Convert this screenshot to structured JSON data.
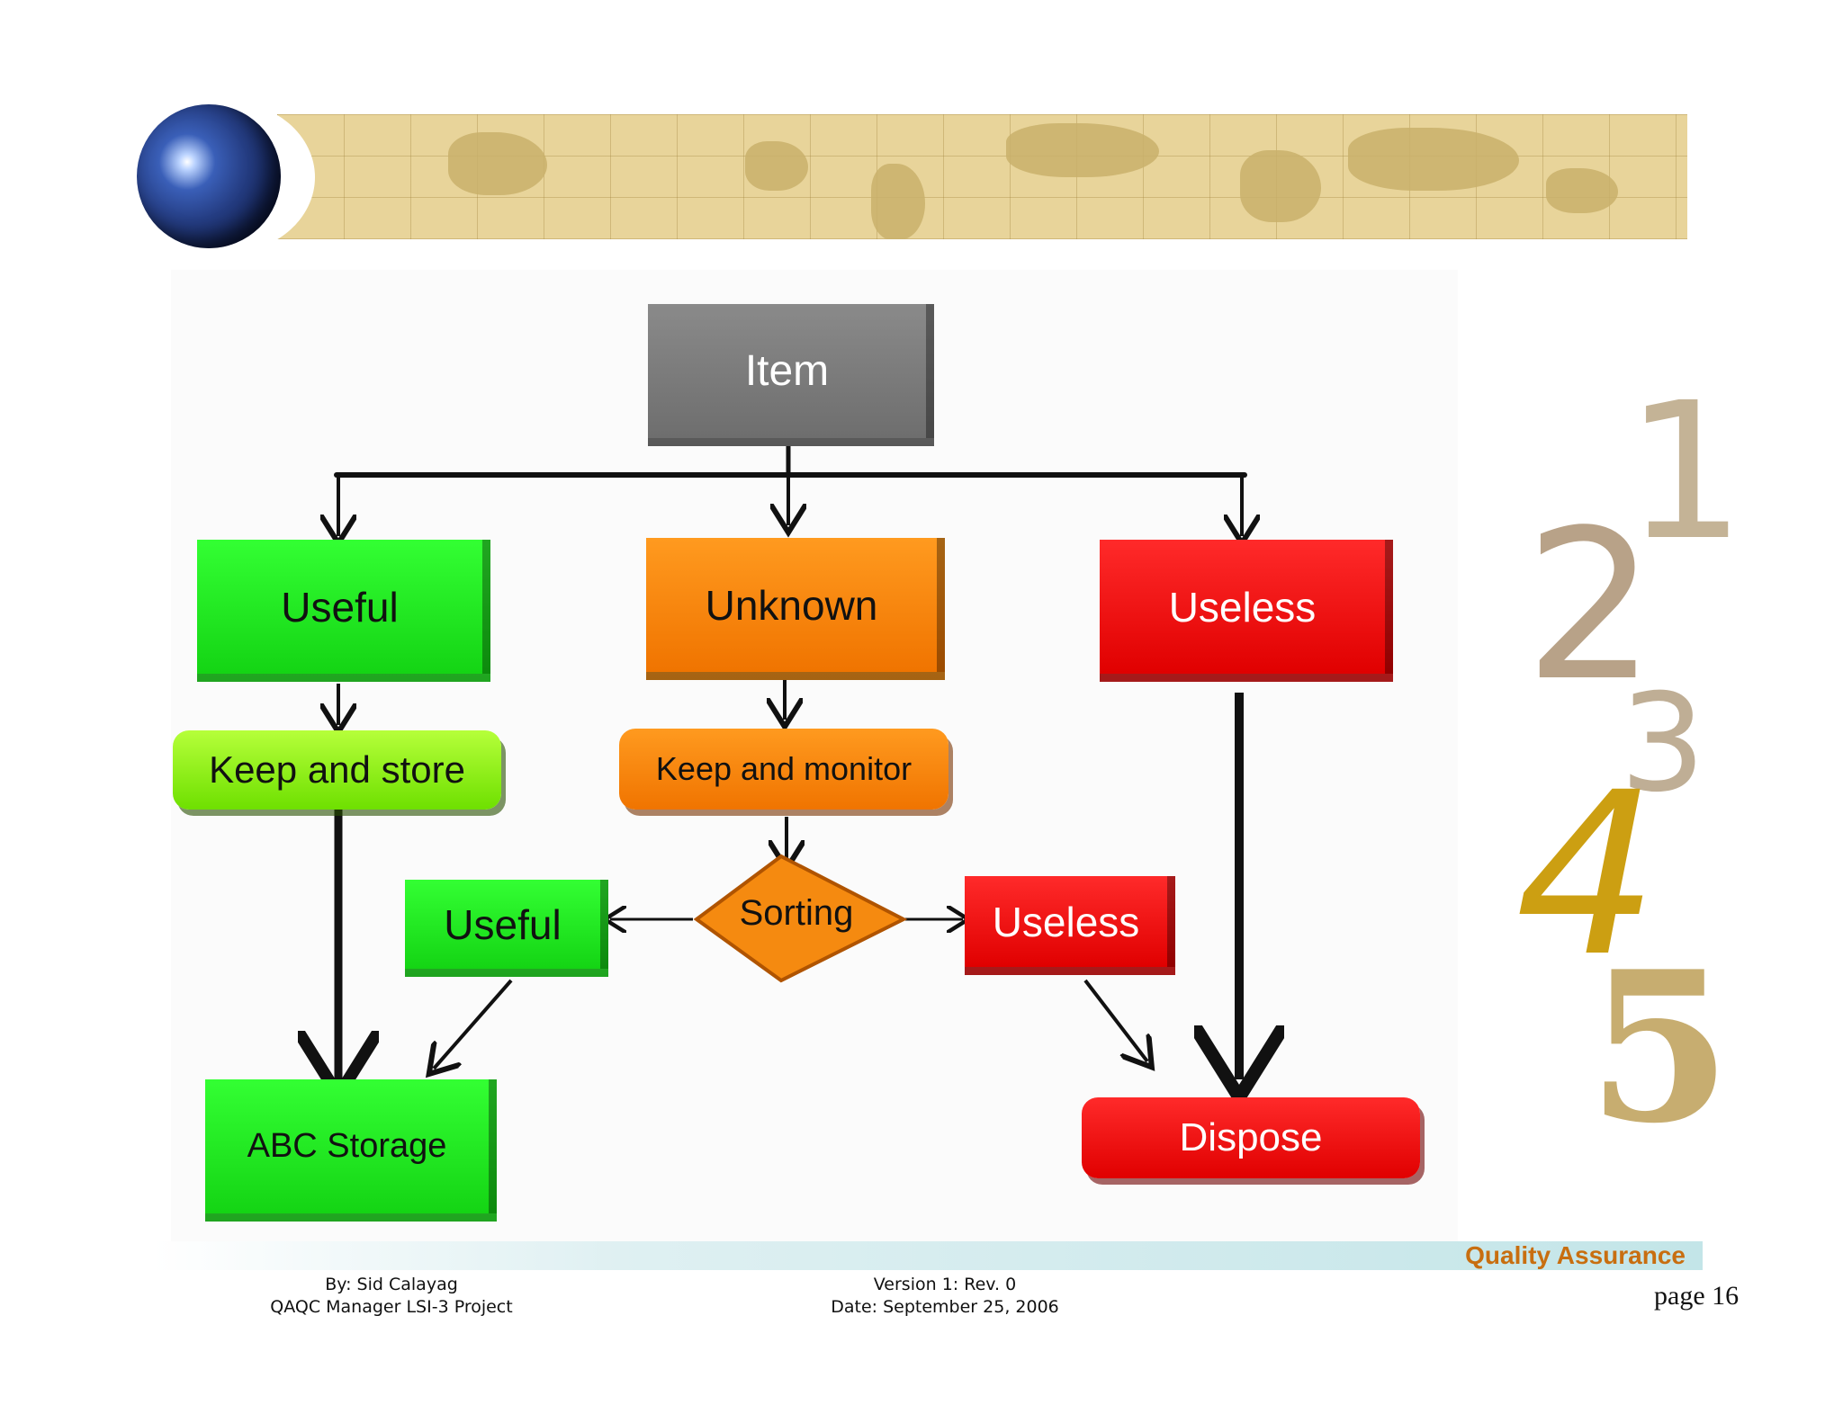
{
  "diagram": {
    "root": "Item",
    "branch_useful": "Useful",
    "branch_unknown": "Unknown",
    "branch_useless": "Useless",
    "keep_store": "Keep and store",
    "keep_monitor": "Keep and monitor",
    "sorting": "Sorting",
    "sort_useful": "Useful",
    "sort_useless": "Useless",
    "abc_storage": "ABC Storage",
    "dispose": "Dispose"
  },
  "deco_numbers": [
    "1",
    "2",
    "3",
    "4",
    "5"
  ],
  "footer": {
    "author_line1": "By: Sid Calayag",
    "author_line2": "QAQC Manager LSI-3 Project",
    "version_line1": "Version  1: Rev.  0",
    "version_line2": "Date: September 25, 2006",
    "section": "Quality Assurance",
    "page": "page 16"
  },
  "colors": {
    "banner": "#e8d49a",
    "accent_orange": "#c86e10",
    "green": "#14d414",
    "orange": "#f07400",
    "red": "#e00000"
  }
}
